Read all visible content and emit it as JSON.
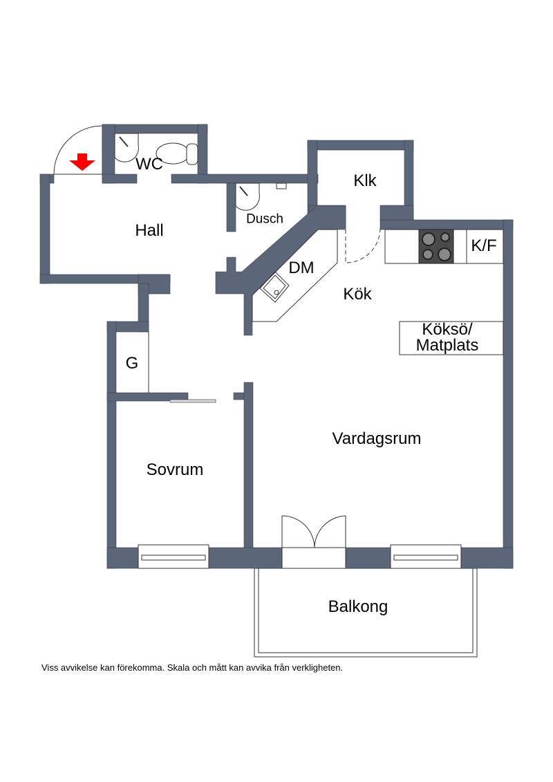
{
  "plan": {
    "wall_color": "#5b6678",
    "entrance_color": "#ff0000",
    "rooms": {
      "wc": "WC",
      "hall": "Hall",
      "dusch": "Dusch",
      "klk": "Klk",
      "dm": "DM",
      "kok": "Kök",
      "kf": "K/F",
      "koksoe_line1": "Köksö/",
      "koksoe_line2": "Matplats",
      "g": "G",
      "sovrum": "Sovrum",
      "vardagsrum": "Vardagsrum",
      "balkong": "Balkong"
    },
    "disclaimer": "Viss avvikelse kan förekomma. Skala och mått kan avvika från verkligheten."
  }
}
